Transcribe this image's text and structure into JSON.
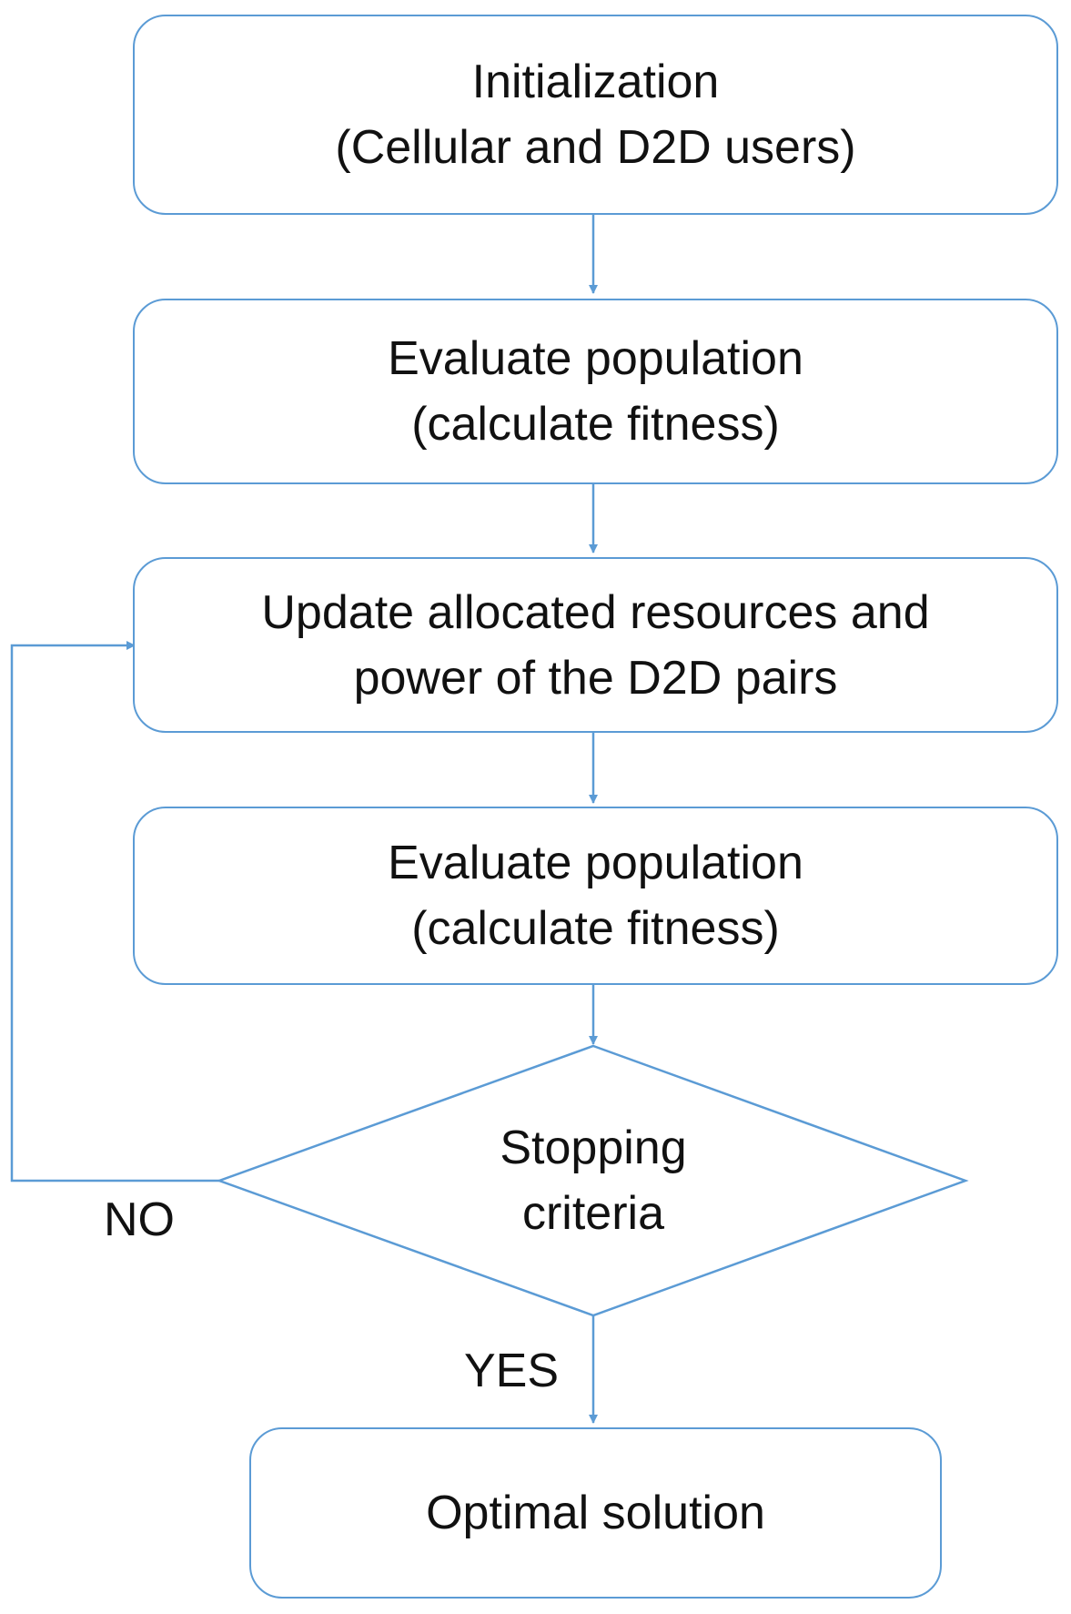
{
  "flowchart": {
    "nodes": [
      {
        "id": "init",
        "shape": "rounded-rect",
        "lines": [
          "Initialization",
          "(Cellular and D2D users)"
        ]
      },
      {
        "id": "eval1",
        "shape": "rounded-rect",
        "lines": [
          "Evaluate population",
          "(calculate fitness)"
        ]
      },
      {
        "id": "update",
        "shape": "rounded-rect",
        "lines": [
          "Update allocated resources and",
          "power of the D2D pairs"
        ]
      },
      {
        "id": "eval2",
        "shape": "rounded-rect",
        "lines": [
          "Evaluate population",
          "(calculate fitness)"
        ]
      },
      {
        "id": "decision",
        "shape": "diamond",
        "lines": [
          "Stopping",
          "criteria"
        ]
      },
      {
        "id": "optimal",
        "shape": "rounded-rect",
        "lines": [
          "Optimal solution"
        ]
      }
    ],
    "edges": [
      {
        "from": "init",
        "to": "eval1",
        "label": ""
      },
      {
        "from": "eval1",
        "to": "update",
        "label": ""
      },
      {
        "from": "update",
        "to": "eval2",
        "label": ""
      },
      {
        "from": "eval2",
        "to": "decision",
        "label": ""
      },
      {
        "from": "decision",
        "to": "optimal",
        "label": "YES"
      },
      {
        "from": "decision",
        "to": "update",
        "label": "NO"
      }
    ],
    "colors": {
      "stroke": "#5b9bd5",
      "text": "#111111",
      "background": "#ffffff"
    }
  }
}
